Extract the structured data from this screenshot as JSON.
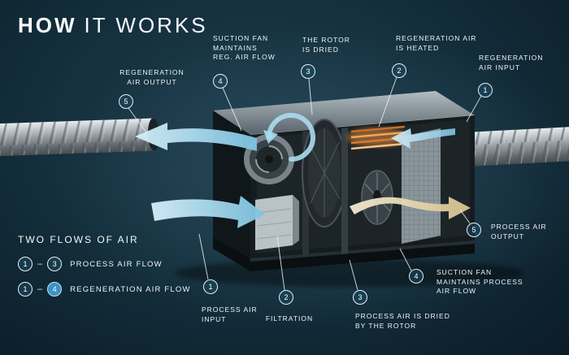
{
  "colors": {
    "background_top": "#1e3e4e",
    "background_bottom": "#0a1c27",
    "accent_blue": "#8fd0ea",
    "circle_fill": "#1d4a63",
    "legend_regeneration_circle_fill": "#3a93c4",
    "heater_orange": "#e8913c",
    "process_output_tan": "#d8c28e",
    "text": "#eef5f8"
  },
  "title": {
    "part1": "HOW",
    "part2": "IT WORKS"
  },
  "legend": {
    "heading": "TWO FLOWS OF AIR",
    "rows": [
      {
        "from": "1",
        "dash": "–",
        "to": "3",
        "label": "PROCESS AIR FLOW"
      },
      {
        "from": "1",
        "dash": "–",
        "to": "4",
        "label": "REGENERATION AIR FLOW"
      }
    ]
  },
  "callouts": {
    "reg_air_output": {
      "num": "5",
      "label": "REGENERATION\nAIR OUTPUT"
    },
    "suction_fan_reg": {
      "num": "4",
      "label": "SUCTION FAN\nMAINTAINS\nREG. AIR FLOW"
    },
    "rotor_is_dried": {
      "num": "3",
      "label": "THE ROTOR\nIS DRIED"
    },
    "reg_air_heated": {
      "num": "2",
      "label": "REGENERATION AIR\nIS HEATED"
    },
    "reg_air_input": {
      "num": "1",
      "label": "REGENERATION\nAIR INPUT"
    },
    "process_air_output": {
      "num": "5",
      "label": "PROCESS AIR\nOUTPUT"
    },
    "suction_fan_process": {
      "num": "4",
      "label": "SUCTION FAN\nMAINTAINS PROCESS\nAIR FLOW"
    },
    "process_air_dried": {
      "num": "3",
      "label": "PROCESS AIR IS DRIED\nBY THE ROTOR"
    },
    "filtration": {
      "num": "2",
      "label": "FILTRATION"
    },
    "process_air_input": {
      "num": "1",
      "label": "PROCESS AIR\nINPUT"
    }
  }
}
